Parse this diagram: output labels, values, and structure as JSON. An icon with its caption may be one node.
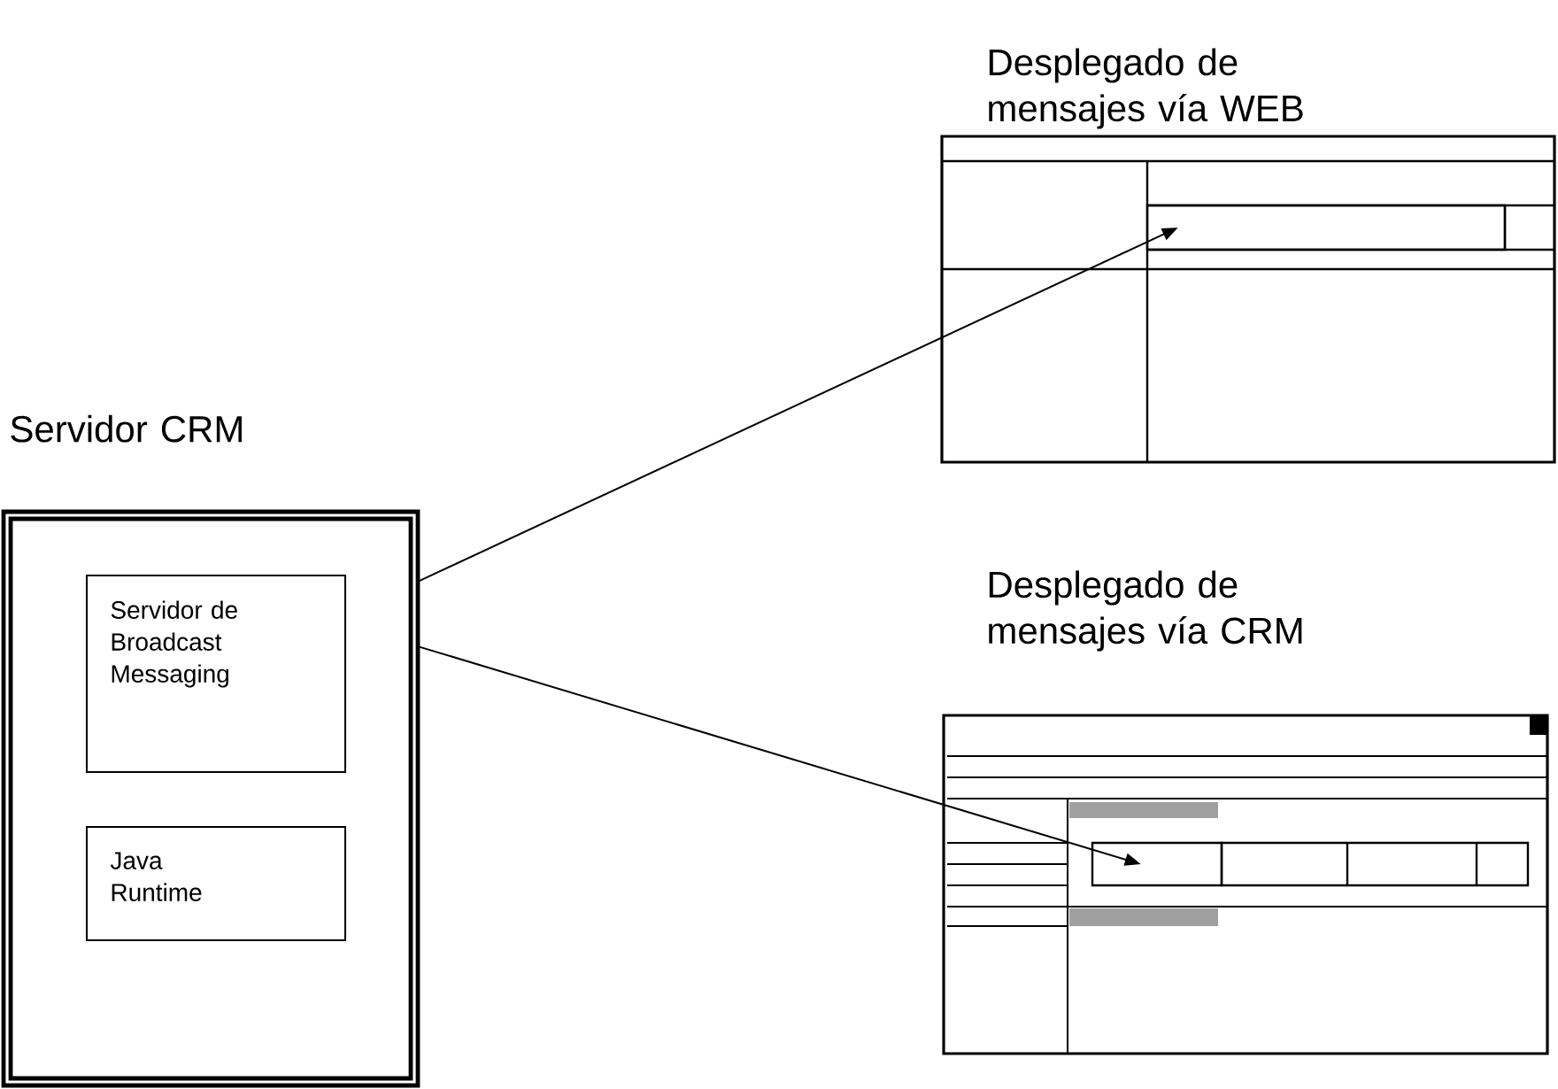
{
  "diagram": {
    "nodes": [
      {
        "text": [
          "Servidor CRM"
        ]
      },
      {
        "text": [
          "Servidor de Broadcast Messaging"
        ],
        "in": 0
      },
      {
        "text": [
          "Java Runtime"
        ],
        "in": 0
      },
      {
        "text": [
          "Desplegado de mensajes vía WEB"
        ]
      },
      {
        "text": [],
        "shape": "box",
        "in": 3
      },
      {
        "text": [
          "Desplegado de mensajes vía CRM"
        ]
      },
      {
        "text": [],
        "shape": "box",
        "in": 5
      }
    ],
    "edges": [
      {
        "from": 0,
        "to": 4,
        "arrow": "to"
      },
      {
        "from": 0,
        "to": 6,
        "arrow": "to"
      }
    ]
  }
}
